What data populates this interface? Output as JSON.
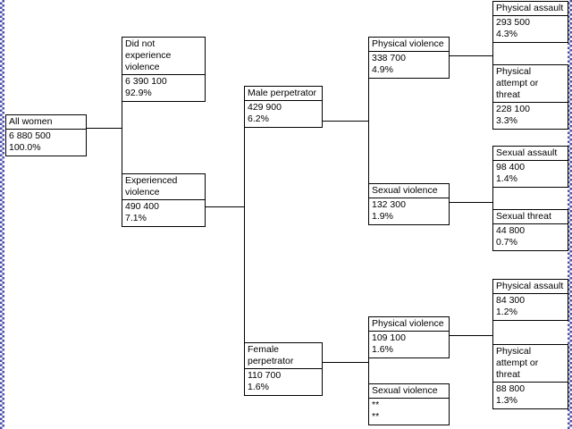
{
  "diagram": {
    "type": "tree-flow-diagram",
    "nodes": [
      {
        "id": "all-women",
        "title": "All women",
        "count": "6 880 500",
        "percent": "100.0%"
      },
      {
        "id": "did-not-experience-violence",
        "title": "Did not experience violence",
        "count": "6 390 100",
        "percent": "92.9%"
      },
      {
        "id": "experienced-violence",
        "title": "Experienced violence",
        "count": "490 400",
        "percent": "7.1%"
      },
      {
        "id": "male-perpetrator",
        "title": "Male perpetrator",
        "count": "429 900",
        "percent": "6.2%"
      },
      {
        "id": "female-perpetrator",
        "title": "Female perpetrator",
        "count": "110 700",
        "percent": "1.6%"
      },
      {
        "id": "male-physical-violence",
        "title": "Physical violence",
        "count": "338 700",
        "percent": "4.9%"
      },
      {
        "id": "male-sexual-violence",
        "title": "Sexual violence",
        "count": "132 300",
        "percent": "1.9%"
      },
      {
        "id": "male-physical-assault",
        "title": "Physical assault",
        "count": "293 500",
        "percent": "4.3%"
      },
      {
        "id": "male-physical-attempt-or-threat",
        "title": "Physical attempt or threat",
        "count": "228 100",
        "percent": "3.3%"
      },
      {
        "id": "male-sexual-assault",
        "title": "Sexual assault",
        "count": "98 400",
        "percent": "1.4%"
      },
      {
        "id": "male-sexual-threat",
        "title": "Sexual threat",
        "count": "44 800",
        "percent": "0.7%"
      },
      {
        "id": "female-physical-violence",
        "title": "Physical violence",
        "count": "109 100",
        "percent": "1.6%"
      },
      {
        "id": "female-sexual-violence",
        "title": "Sexual violence",
        "count": "**",
        "percent": "**"
      },
      {
        "id": "female-physical-assault",
        "title": "Physical assault",
        "count": "84 300",
        "percent": "1.2%"
      },
      {
        "id": "female-physical-attempt-or-threat",
        "title": "Physical attempt or threat",
        "count": "88 800",
        "percent": "1.3%"
      }
    ]
  }
}
